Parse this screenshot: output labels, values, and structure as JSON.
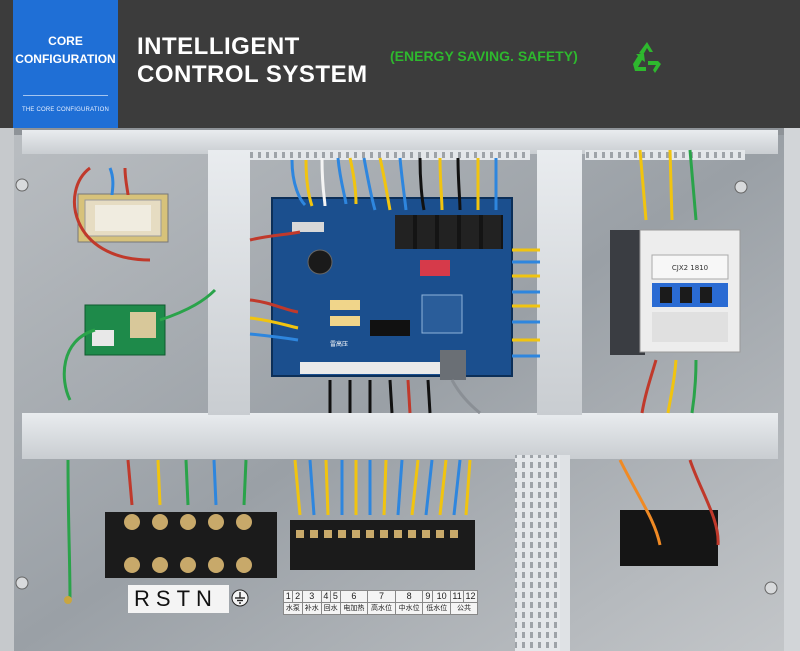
{
  "header": {
    "badge_title_line1": "CORE",
    "badge_title_line2": "CONFIGURATION",
    "badge_subtitle": "THE CORE CONFIGURATION",
    "headline_line1": "INTELLIGENT",
    "headline_line2": "CONTROL SYSTEM",
    "tagline": "(ENERGY SAVING. SAFETY)",
    "tagline_color": "#2eb82e",
    "badge_color": "#1f6fd6",
    "icon": "recycle-icon"
  },
  "photo": {
    "terminal_letters": [
      "R",
      "S",
      "T",
      "N"
    ],
    "ground_icon": "ground-icon",
    "terminal_numbers": [
      "1",
      "2",
      "3",
      "4",
      "5",
      "6",
      "7",
      "8",
      "9",
      "10",
      "11",
      "12"
    ],
    "terminal_names": [
      "水泵",
      "补水",
      "回水",
      "电加热",
      "高水位",
      "中水位",
      "低水位",
      "公共"
    ],
    "pcb_label": "雷高压",
    "contactor_label": "CJX2 1810"
  }
}
